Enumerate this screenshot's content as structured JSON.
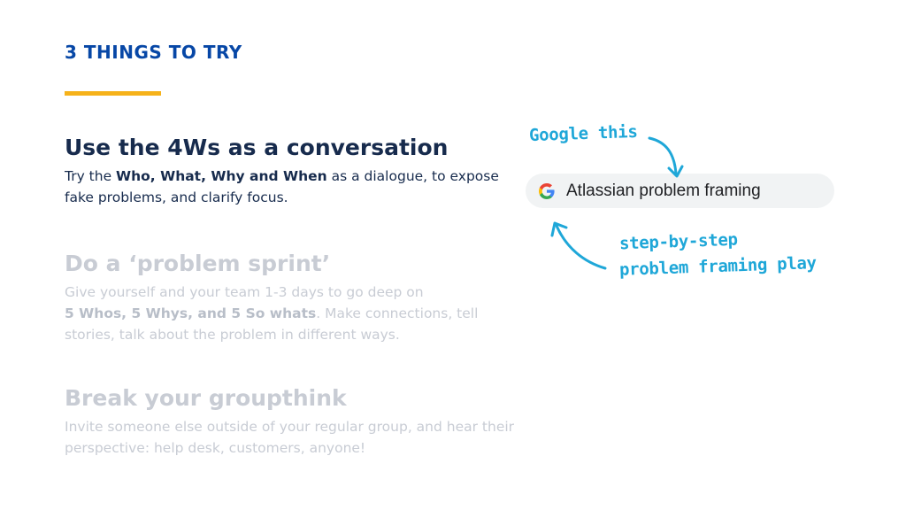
{
  "header": {
    "eyebrow": "3 THINGS TO TRY"
  },
  "sections": [
    {
      "title": "Use the 4Ws as a conversation",
      "body_pre": "Try the ",
      "body_bold": "Who, What, Why and When",
      "body_post": " as a dialogue, to expose fake problems, and clarify focus."
    },
    {
      "title": "Do a ‘problem sprint’",
      "body_pre": "Give yourself and your team 1-3 days to go deep on ",
      "body_bold": "5 Whos, 5 Whys, and 5 So whats",
      "body_post": ". Make connections, tell stories, talk about the problem in different ways."
    },
    {
      "title": "Break your groupthink",
      "body_pre": "Invite someone else outside of your regular group, and hear their perspective: help desk, customers, anyone!"
    }
  ],
  "search": {
    "query": "Atlassian problem framing",
    "icon": "google-g-icon"
  },
  "annotations": {
    "top": "Google this",
    "bottom_line1": "step-by-step",
    "bottom_line2": "problem framing play"
  },
  "colors": {
    "brand_blue": "#0747A6",
    "accent_yellow": "#F6B21A",
    "annotation_cyan": "#1FA7D8",
    "text_dark": "#172B4D",
    "text_muted": "#C8CCD4"
  }
}
